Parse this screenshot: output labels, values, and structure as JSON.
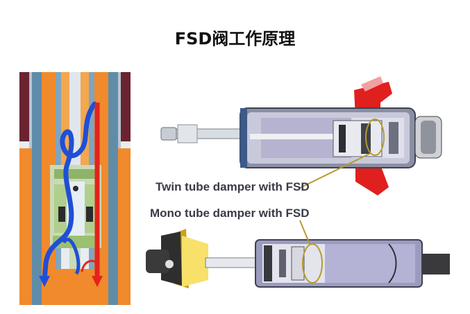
{
  "title": "FSD阀工作原理",
  "labels": {
    "twin_tube": "Twin tube damper with FSD",
    "mono_tube": "Mono tube damper with FSD"
  },
  "colors": {
    "orange": "#f08a2c",
    "steel_blue": "#5f8ca9",
    "flow_blue": "#1f4fd6",
    "flow_red": "#e3241b",
    "damper_red": "#e01f1f",
    "yellow": "#f7e16a",
    "callout": "#b59b2e"
  }
}
